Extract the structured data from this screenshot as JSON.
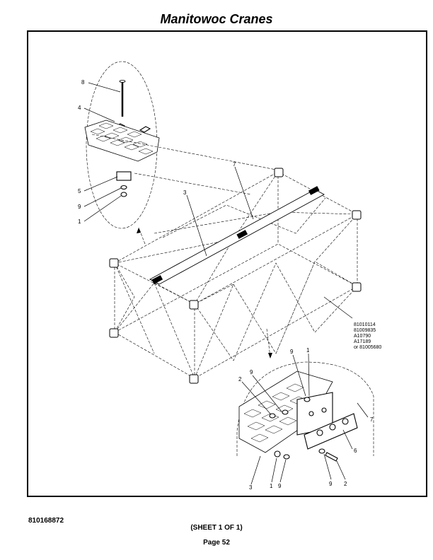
{
  "header": {
    "title": "Manitowoc Cranes"
  },
  "footer": {
    "document_number": "810168872",
    "sheet": "(SHEET 1 OF 1)",
    "page": "Page 52"
  },
  "diagram": {
    "part_numbers": [
      "81010114",
      "81009835",
      "A10790",
      "A17189",
      "or 81005680"
    ],
    "callouts": {
      "c8": "8",
      "c4": "4",
      "c5": "5",
      "c9a": "9",
      "c1a": "1",
      "c7a": "7",
      "c3a": "3",
      "c9b": "9",
      "c1b": "1",
      "c9c": "9",
      "c2a": "2",
      "c7b": "7",
      "c6": "6",
      "c9d": "9",
      "c2b": "2",
      "c3b": "3",
      "c1c": "1",
      "c9e": "9"
    }
  }
}
